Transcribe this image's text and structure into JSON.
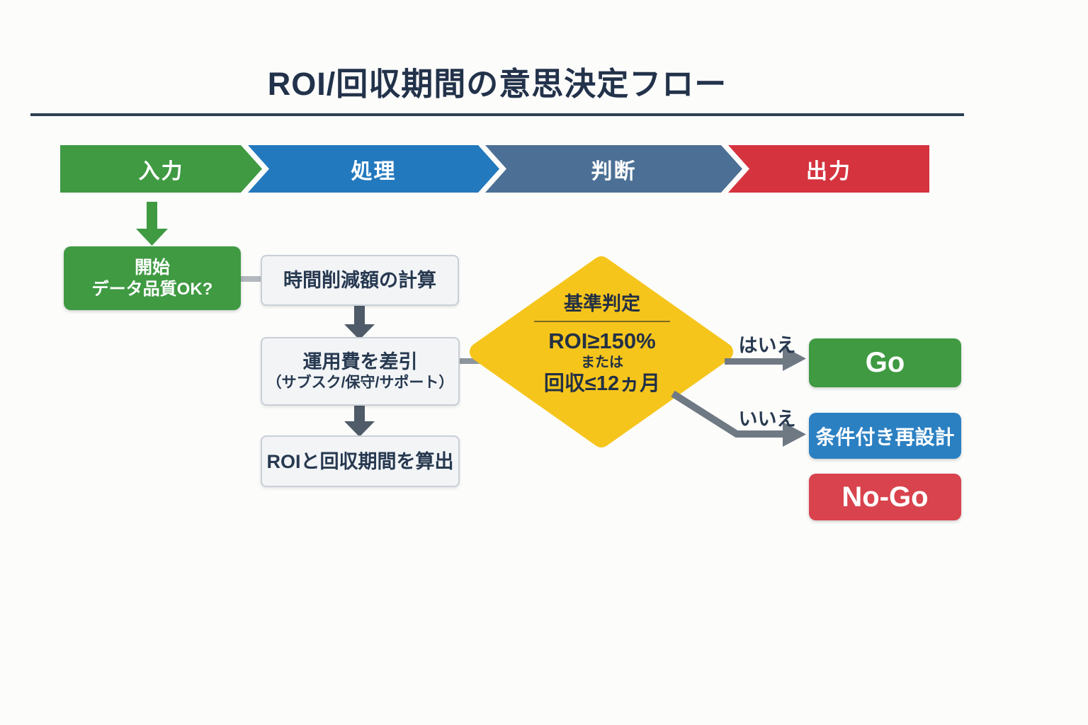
{
  "title": "ROI/回収期間の意思決定フロー",
  "lanes": [
    {
      "label": "入力",
      "color": "#3f9a42"
    },
    {
      "label": "処理",
      "color": "#2379be"
    },
    {
      "label": "判断",
      "color": "#4c7095"
    },
    {
      "label": "出力",
      "color": "#d5333e"
    }
  ],
  "nodes": {
    "start": {
      "line1": "開始",
      "line2": "データ品質OK?"
    },
    "process1": {
      "label": "時間削減額の計算"
    },
    "process2": {
      "line1": "運用費を差引",
      "line2": "（サブスク/保守/サポート）"
    },
    "process3": {
      "label": "ROIと回収期間を算出"
    },
    "decision": {
      "title": "基準判定",
      "condition1": "ROI≥150%",
      "connector": "または",
      "condition2": "回収≤12ヵ月"
    },
    "go": {
      "label": "Go"
    },
    "redesign": {
      "label": "条件付き再設計"
    },
    "nogo": {
      "label": "No-Go"
    }
  },
  "edges": {
    "yes_label": "はいえ",
    "no_label": "いいえ"
  },
  "colors": {
    "green": "#3f9a42",
    "blue": "#2b80c2",
    "slate": "#4c7095",
    "red": "#d8434d",
    "yellow": "#f6c51c",
    "navy_text": "#22324a",
    "connector_gray": "#6f7984"
  }
}
